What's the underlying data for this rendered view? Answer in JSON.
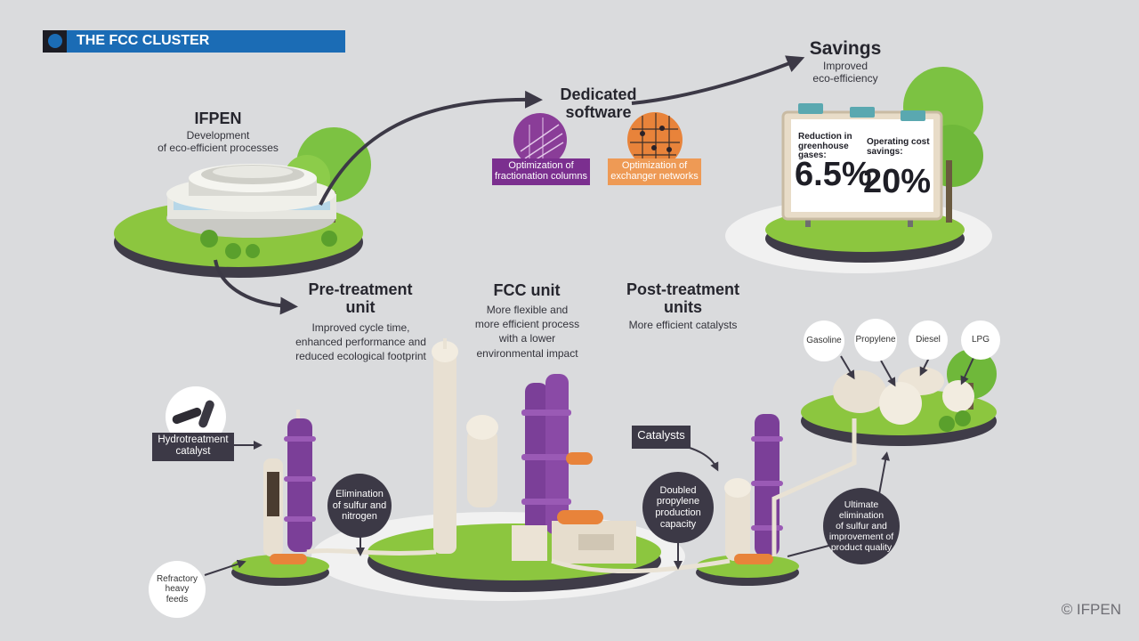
{
  "banner": {
    "title": "THE FCC CLUSTER"
  },
  "ifpen": {
    "title": "IFPEN",
    "description": "Development\nof eco-efficient processes"
  },
  "software": {
    "title": "Dedicated\nsoftware",
    "fractionation_label": "Optimization of\nfractionation columns",
    "exchanger_label": "Optimization of\nexchanger networks"
  },
  "savings": {
    "title": "Savings",
    "subtitle": "Improved\neco-efficiency",
    "ghg_label": "Reduction in\ngreenhouse gases:",
    "ghg_value": "6.5%",
    "cost_label": "Operating cost\nsavings:",
    "cost_value": "20%"
  },
  "pretreatment": {
    "title": "Pre-treatment\nunit",
    "description": "Improved cycle time,\nenhanced performance and\nreduced ecological footprint"
  },
  "fcc": {
    "title": "FCC unit",
    "description": "More flexible and\nmore efficient process\nwith a lower\nenvironmental impact"
  },
  "posttreatment": {
    "title": "Post-treatment\nunits",
    "description": "More efficient catalysts"
  },
  "labels": {
    "hydrotreatment": "Hydrotreatment\ncatalyst",
    "catalysts": "Catalysts",
    "elimination": "Elimination\nof sulfur and\nnitrogen",
    "doubled": "Doubled\npropylene\nproduction\ncapacity",
    "ultimate": "Ultimate\nelimination\nof sulfur and\nimprovement of\nproduct quality",
    "refractory": "Refractory\nheavy\nfeeds"
  },
  "products": [
    "Gasoline",
    "Propylene",
    "Diesel",
    "LPG"
  ],
  "copyright": "© IFPEN",
  "colors": {
    "banner_blue": "#1b6cb5",
    "purple": "#7b3f98",
    "orange": "#e8833a",
    "grass_green": "#8cc63f",
    "dark_label": "#3c3946"
  }
}
